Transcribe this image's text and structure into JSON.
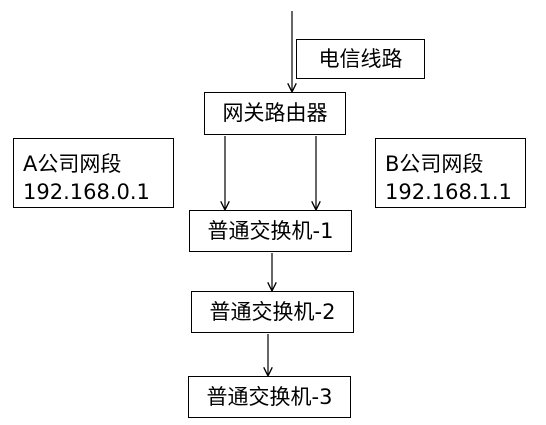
{
  "nodes": {
    "telecom_line": "电信线路",
    "gateway_router": "网关路由器",
    "company_a": {
      "title": "A公司网段",
      "ip": "192.168.0.1"
    },
    "company_b": {
      "title": "B公司网段",
      "ip": "192.168.1.1"
    },
    "switch_1": "普通交换机-1",
    "switch_2": "普通交换机-2",
    "switch_3": "普通交换机-3"
  },
  "colors": {
    "line": "#000000",
    "box_border": "#000000",
    "background": "#ffffff"
  }
}
